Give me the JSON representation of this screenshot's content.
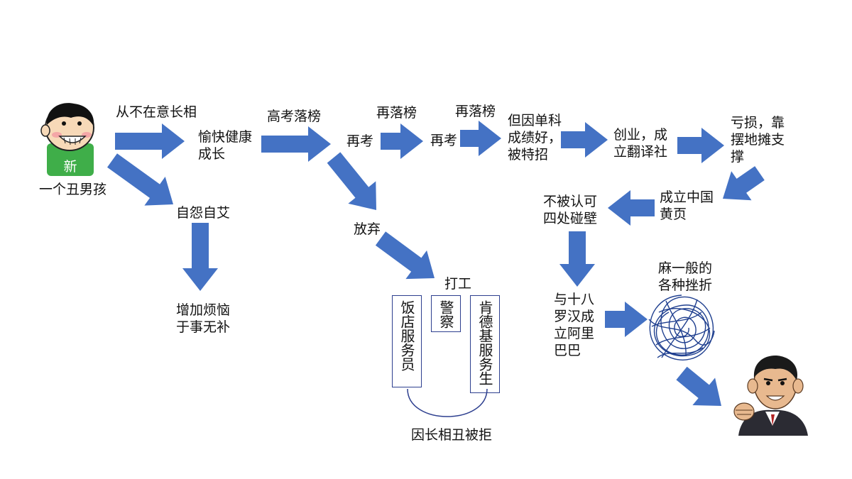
{
  "colors": {
    "arrow": "#4472c4",
    "box_border": "#2d3f8f",
    "scribble": "#1f3f8f"
  },
  "nodes": {
    "ugly_boy": "一个丑男孩",
    "boy_shirt_char": "新",
    "never_care_looks": "从不在意长相",
    "happy_healthy_1": "愉快健康",
    "happy_healthy_2": "成长",
    "self_pity": "自怨自艾",
    "more_trouble_1": "增加烦恼",
    "more_trouble_2": "于事无补",
    "failed_exam": "高考落榜",
    "retake_1": "再考",
    "failed_again_1": "再落榜",
    "retake_2": "再考",
    "failed_again_2": "再落榜",
    "give_up": "放弃",
    "work": "打工",
    "job_restaurant": "饭店服务员",
    "job_police": "警察",
    "job_kfc": "肯德基服务生",
    "rejected": "因长相丑被拒",
    "recruited_1": "但因单科",
    "recruited_2": "成绩好，",
    "recruited_3": "被特招",
    "startup_1": "创业，成",
    "startup_2": "立翻译社",
    "loss_1": "亏损，靠",
    "loss_2": "摆地摊支",
    "loss_3": "撑",
    "yellow_pages_1": "成立中国",
    "yellow_pages_2": "黄页",
    "unrecognized_1": "不被认可",
    "unrecognized_2": "四处碰壁",
    "alibaba_1": "与十八",
    "alibaba_2": "罗汉成",
    "alibaba_3": "立阿里",
    "alibaba_4": "巴巴",
    "setbacks_1": "麻一般的",
    "setbacks_2": "各种挫折"
  }
}
